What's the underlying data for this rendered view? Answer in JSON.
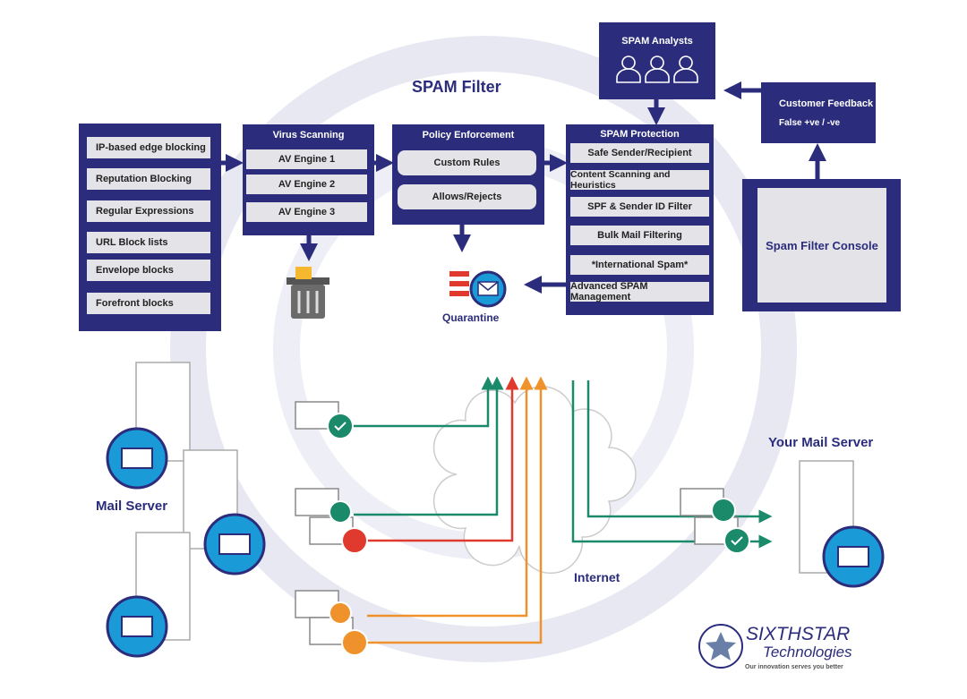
{
  "title": "SPAM Filter",
  "edge_blocks": [
    "IP-based edge blocking",
    "Reputation Blocking",
    "Regular Expressions",
    "URL Block lists",
    "Envelope blocks",
    "Forefront blocks"
  ],
  "virus": {
    "title": "Virus Scanning",
    "items": [
      "AV Engine 1",
      "AV Engine 2",
      "AV Engine 3"
    ]
  },
  "policy": {
    "title": "Policy Enforcement",
    "items": [
      "Custom Rules",
      "Allows/Rejects"
    ]
  },
  "protection": {
    "title": "SPAM Protection",
    "items": [
      "Safe Sender/Recipient",
      "Content Scanning and Heuristics",
      "SPF & Sender ID Filter",
      "Bulk Mail Filtering",
      "*International Spam*",
      "Advanced SPAM Management"
    ]
  },
  "analysts": {
    "title": "SPAM Analysts"
  },
  "feedback": {
    "title": "Customer Feedback",
    "subtitle": "False +ve / -ve"
  },
  "console": "Spam Filter Console",
  "quarantine": "Quarantine",
  "mail_server": "Mail Server",
  "your_mail_server": "Your Mail Server",
  "internet": "Internet",
  "logo": {
    "name": "SIXTHSTAR",
    "sub": "Technologies",
    "tagline": "Our innovation serves you better"
  },
  "colors": {
    "navy": "#2b2d7c",
    "blue": "#1a9ad6",
    "green": "#1b8a6b",
    "red": "#e03a2f",
    "orange": "#f0922b"
  }
}
